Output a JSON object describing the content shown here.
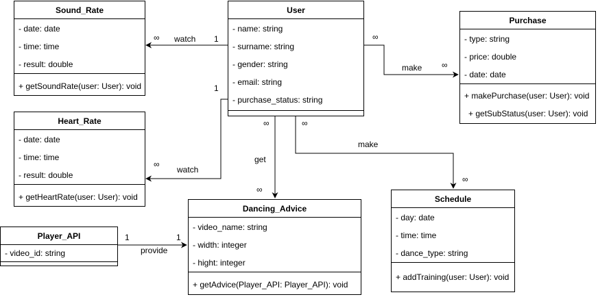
{
  "classes": {
    "sound_rate": {
      "name": "Sound_Rate",
      "attributes": [
        "- date: date",
        "- time: time",
        "- result: double"
      ],
      "operations": [
        "+ getSoundRate(user: User): void"
      ]
    },
    "heart_rate": {
      "name": "Heart_Rate",
      "attributes": [
        "- date: date",
        "- time: time",
        "- result: double"
      ],
      "operations": [
        "+ getHeartRate(user: User): void"
      ]
    },
    "user": {
      "name": "User",
      "attributes": [
        "- name: string",
        "- surname: string",
        "- gender: string",
        "- email: string",
        "- purchase_status: string"
      ],
      "operations": []
    },
    "purchase": {
      "name": "Purchase",
      "attributes": [
        "- type: string",
        "- price: double",
        "- date: date"
      ],
      "operations": [
        "+ makePurchase(user: User): void",
        "+ getSubStatus(user: User): void"
      ]
    },
    "dancing_advice": {
      "name": "Dancing_Advice",
      "attributes": [
        "- video_name: string",
        "- width: integer",
        "- hight: integer"
      ],
      "operations": [
        "+ getAdvice(Player_API: Player_API): void"
      ]
    },
    "schedule": {
      "name": "Schedule",
      "attributes": [
        "- day: date",
        "- time: time",
        "- dance_type: string"
      ],
      "operations": [
        "+ addTraining(user: User): void"
      ]
    },
    "player_api": {
      "name": "Player_API",
      "attributes": [
        "- video_id: string"
      ],
      "operations": []
    }
  },
  "associations": {
    "user_sound": {
      "label": "watch",
      "source_mult": "1",
      "target_mult": "∞"
    },
    "user_heart": {
      "label": "watch",
      "source_mult": "1",
      "target_mult": "∞"
    },
    "user_purchase": {
      "label": "make",
      "source_mult": "∞",
      "target_mult": "∞"
    },
    "user_advice": {
      "label": "get",
      "source_mult": "∞",
      "target_mult": "∞"
    },
    "user_schedule": {
      "label": "make",
      "source_mult": "∞",
      "target_mult": "∞"
    },
    "player_advice": {
      "label": "provide",
      "source_mult": "1",
      "target_mult": "1"
    }
  }
}
